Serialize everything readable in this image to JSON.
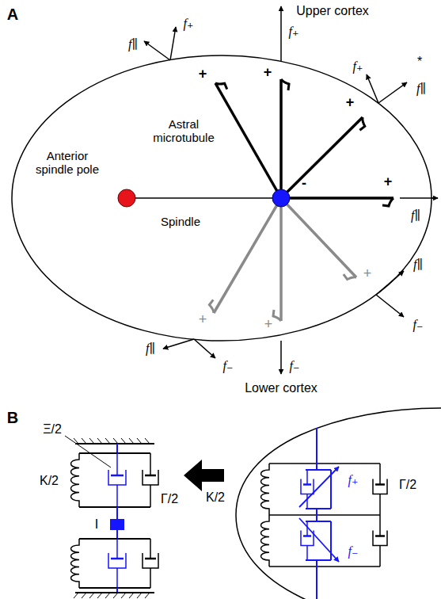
{
  "diagram": {
    "labels": [
      "A",
      "Upper cortex",
      "f₊",
      "f₊",
      "f∥",
      "f₊",
      "*",
      "f∥",
      "+",
      "+",
      "+",
      "+",
      "-",
      "Astral microtubule",
      "Anterior spindle pole",
      "Spindle",
      "f∥",
      "+",
      "+",
      "+",
      "f∥",
      "f₋",
      "f∥",
      "f₋",
      "f₋",
      "Lower cortex",
      "B",
      "Ξ/2",
      "K/2",
      "Γ/2",
      "I",
      "K/2",
      "Γ/2",
      "f₊",
      "f₋"
    ]
  }
}
